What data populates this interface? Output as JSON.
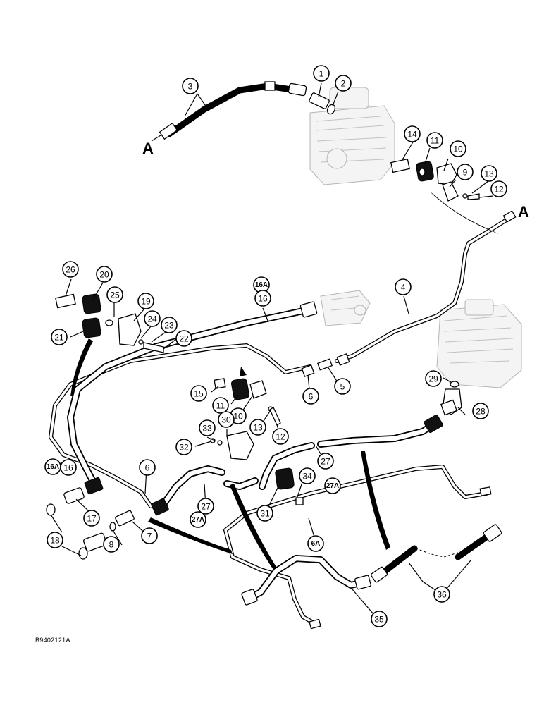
{
  "figure": {
    "id": "B9402121A",
    "ref_letters": [
      "A",
      "A"
    ]
  },
  "callouts": [
    {
      "id": "c1",
      "label": "1"
    },
    {
      "id": "c2",
      "label": "2"
    },
    {
      "id": "c3",
      "label": "3"
    },
    {
      "id": "c14",
      "label": "14"
    },
    {
      "id": "c11a",
      "label": "11"
    },
    {
      "id": "c10a",
      "label": "10"
    },
    {
      "id": "c9",
      "label": "9"
    },
    {
      "id": "c13a",
      "label": "13"
    },
    {
      "id": "c12a",
      "label": "12"
    },
    {
      "id": "c26",
      "label": "26"
    },
    {
      "id": "c20",
      "label": "20"
    },
    {
      "id": "c16Aa",
      "label": "16A"
    },
    {
      "id": "c16a",
      "label": "16"
    },
    {
      "id": "c4",
      "label": "4"
    },
    {
      "id": "c25",
      "label": "25"
    },
    {
      "id": "c19",
      "label": "19"
    },
    {
      "id": "c24",
      "label": "24"
    },
    {
      "id": "c23",
      "label": "23"
    },
    {
      "id": "c21",
      "label": "21"
    },
    {
      "id": "c22",
      "label": "22"
    },
    {
      "id": "c29",
      "label": "29"
    },
    {
      "id": "c5",
      "label": "5"
    },
    {
      "id": "c6a",
      "label": "6"
    },
    {
      "id": "c15",
      "label": "15"
    },
    {
      "id": "c11b",
      "label": "11"
    },
    {
      "id": "c10b",
      "label": "10"
    },
    {
      "id": "c13b",
      "label": "13"
    },
    {
      "id": "c12b",
      "label": "12"
    },
    {
      "id": "c28",
      "label": "28"
    },
    {
      "id": "c33",
      "label": "33"
    },
    {
      "id": "c30",
      "label": "30"
    },
    {
      "id": "c32",
      "label": "32"
    },
    {
      "id": "c16Ab",
      "label": "16A"
    },
    {
      "id": "c16b",
      "label": "16"
    },
    {
      "id": "c6b",
      "label": "6"
    },
    {
      "id": "c27a",
      "label": "27"
    },
    {
      "id": "c27Aa",
      "label": "27A"
    },
    {
      "id": "c34",
      "label": "34"
    },
    {
      "id": "c17",
      "label": "17"
    },
    {
      "id": "c27b",
      "label": "27"
    },
    {
      "id": "c27Ab",
      "label": "27A"
    },
    {
      "id": "c31",
      "label": "31"
    },
    {
      "id": "c7",
      "label": "7"
    },
    {
      "id": "c8",
      "label": "8"
    },
    {
      "id": "c18",
      "label": "18"
    },
    {
      "id": "c6A",
      "label": "6A"
    },
    {
      "id": "c36",
      "label": "36"
    },
    {
      "id": "c35",
      "label": "35"
    }
  ]
}
